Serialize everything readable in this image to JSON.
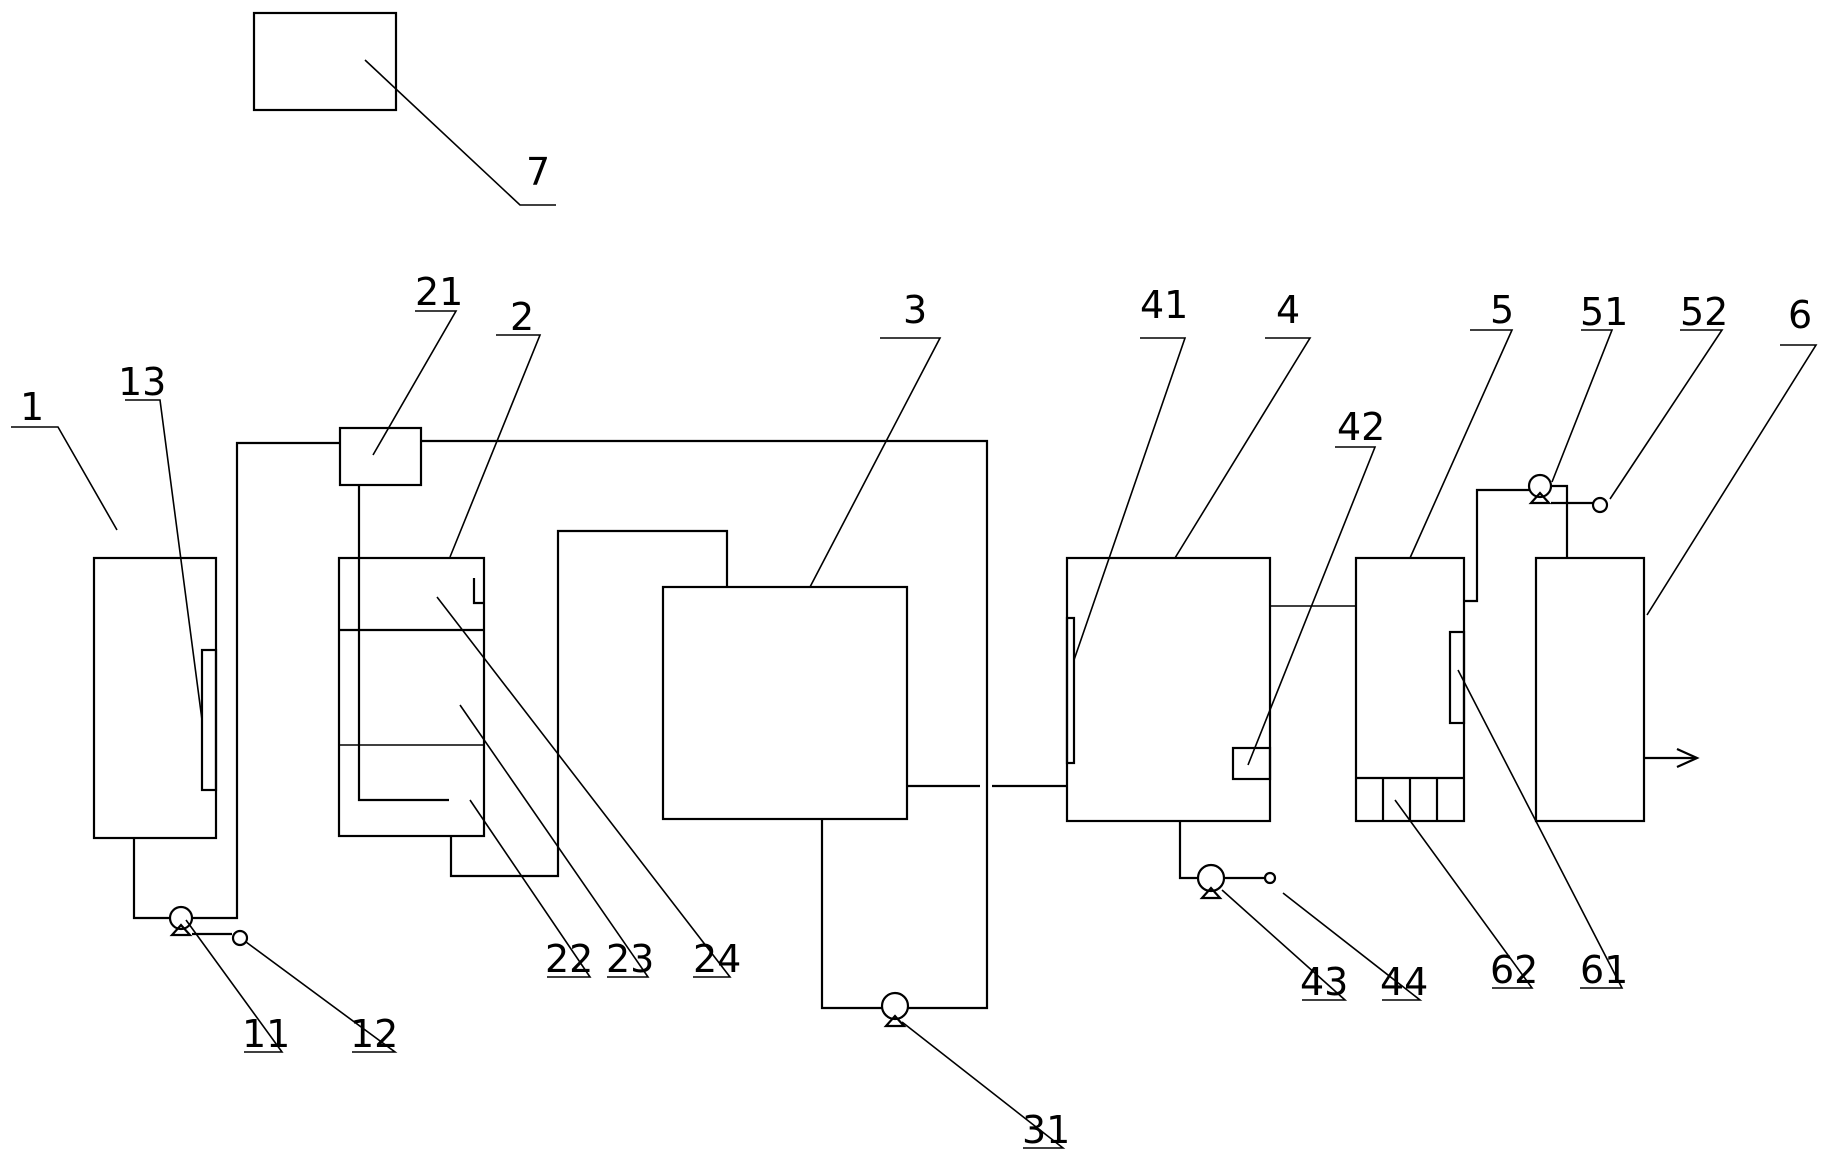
{
  "labels": {
    "l1": "1",
    "l2": "2",
    "l3": "3",
    "l4": "4",
    "l5": "5",
    "l6": "6",
    "l7": "7",
    "l11": "11",
    "l12": "12",
    "l13": "13",
    "l21": "21",
    "l22": "22",
    "l23": "23",
    "l24": "24",
    "l31": "31",
    "l41": "41",
    "l42": "42",
    "l43": "43",
    "l44": "44",
    "l51": "51",
    "l52": "52",
    "l61": "61",
    "l62": "62"
  }
}
